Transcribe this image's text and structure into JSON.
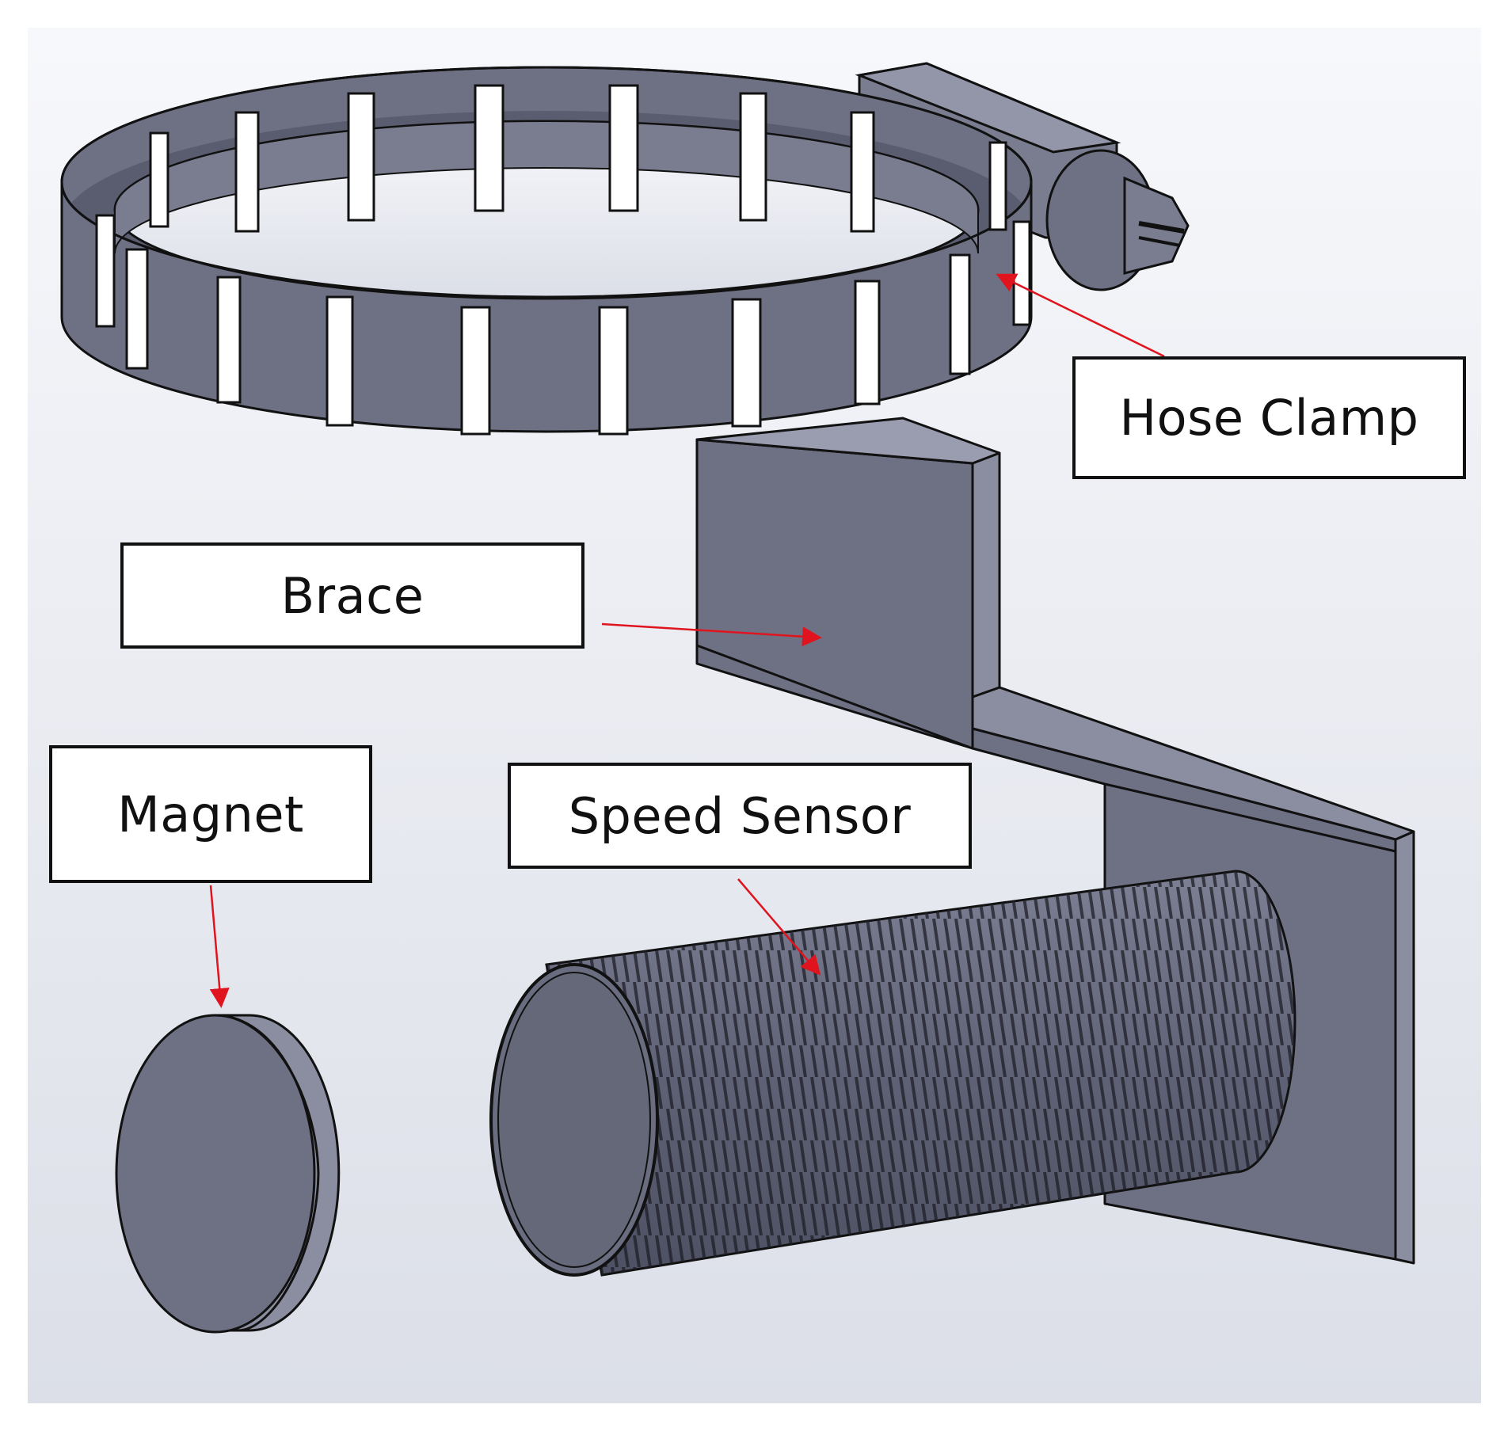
{
  "labels": {
    "hose_clamp": "Hose Clamp",
    "brace": "Brace",
    "magnet": "Magnet",
    "speed_sensor": "Speed Sensor"
  },
  "colors": {
    "background_top": "#f7f8fb",
    "background_bottom": "#dcdfe8",
    "part_face": "#6e7184",
    "part_dark": "#55586a",
    "part_light": "#8b8ea0",
    "arrow": "#e0141e",
    "outline": "#111111"
  }
}
